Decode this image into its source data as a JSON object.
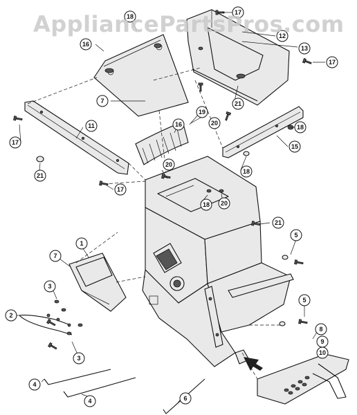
{
  "watermark": "AppliancePartsPros.com",
  "callouts": [
    {
      "id": "c1",
      "label": "18"
    },
    {
      "id": "c2",
      "label": "16"
    },
    {
      "id": "c3",
      "label": "17"
    },
    {
      "id": "c4",
      "label": "12"
    },
    {
      "id": "c5",
      "label": "13"
    },
    {
      "id": "c6",
      "label": "17"
    },
    {
      "id": "c7",
      "label": "7"
    },
    {
      "id": "c8",
      "label": "21"
    },
    {
      "id": "c9",
      "label": "19"
    },
    {
      "id": "c10",
      "label": "16"
    },
    {
      "id": "c11",
      "label": "20"
    },
    {
      "id": "c12",
      "label": "18"
    },
    {
      "id": "c13",
      "label": "11"
    },
    {
      "id": "c14",
      "label": "17"
    },
    {
      "id": "c15",
      "label": "15"
    },
    {
      "id": "c16",
      "label": "21"
    },
    {
      "id": "c17",
      "label": "20"
    },
    {
      "id": "c18",
      "label": "17"
    },
    {
      "id": "c19",
      "label": "18"
    },
    {
      "id": "c20",
      "label": "18"
    },
    {
      "id": "c21",
      "label": "20"
    },
    {
      "id": "c22",
      "label": "21"
    },
    {
      "id": "c23",
      "label": "5"
    },
    {
      "id": "c24",
      "label": "1"
    },
    {
      "id": "c25",
      "label": "7"
    },
    {
      "id": "c26",
      "label": "3"
    },
    {
      "id": "c27",
      "label": "2"
    },
    {
      "id": "c28",
      "label": "5"
    },
    {
      "id": "c29",
      "label": "8"
    },
    {
      "id": "c30",
      "label": "9"
    },
    {
      "id": "c31",
      "label": "3"
    },
    {
      "id": "c32",
      "label": "10"
    },
    {
      "id": "c33",
      "label": "4"
    },
    {
      "id": "c34",
      "label": "4"
    },
    {
      "id": "c35",
      "label": "6"
    }
  ]
}
